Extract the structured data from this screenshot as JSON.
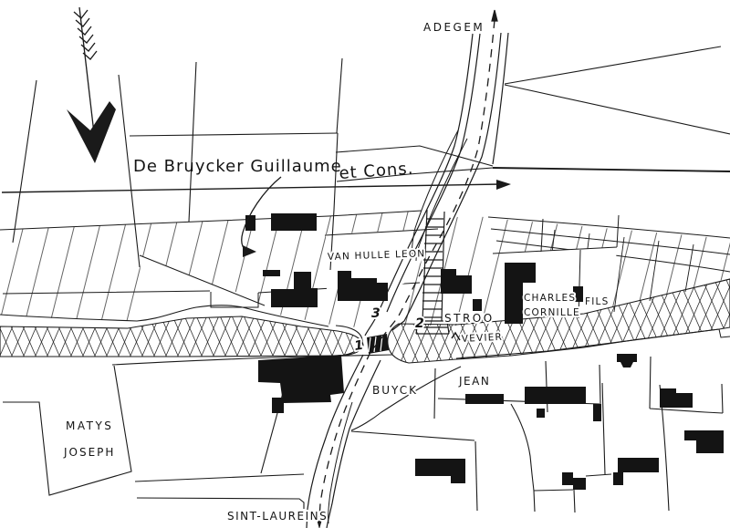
{
  "page": {
    "background": "#ffffff",
    "ink": "#1a1a1a",
    "building_fill": "#141414"
  },
  "labels": {
    "adegem": "ADEGEM",
    "owner_main": "De Bruycker Guillaume",
    "owner_main_suffix": "et Cons.",
    "van_hulle": "VAN HULLE LEON",
    "stroo": "STROO",
    "vevier": "VEVIER",
    "charles": "CHARLES",
    "fils": "FILS",
    "cornille": "CORNILLE",
    "buyck": "BUYCK",
    "jean": "JEAN",
    "matys": "MATYS",
    "joseph": "JOSEPH",
    "sint_laureins": "SINT-LAUREINS"
  },
  "markers": {
    "point_1": "1",
    "point_2": "2",
    "point_3": "3"
  }
}
